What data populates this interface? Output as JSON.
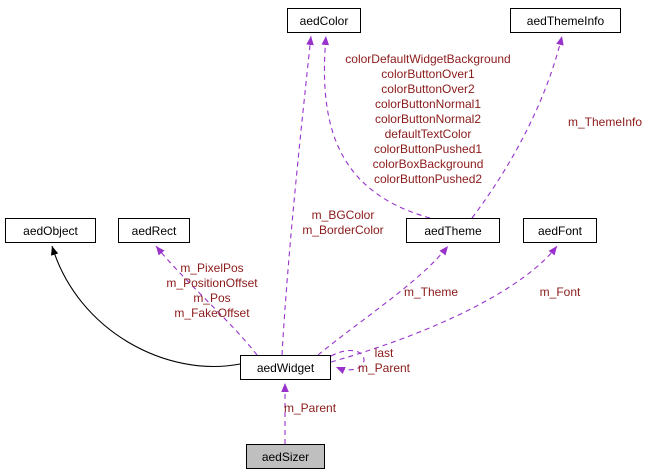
{
  "diagram": {
    "kind": "collaboration-graph",
    "nodes": {
      "aedColor": {
        "label": "aedColor"
      },
      "aedThemeInfo": {
        "label": "aedThemeInfo"
      },
      "aedObject": {
        "label": "aedObject"
      },
      "aedRect": {
        "label": "aedRect"
      },
      "aedTheme": {
        "label": "aedTheme"
      },
      "aedFont": {
        "label": "aedFont"
      },
      "aedWidget": {
        "label": "aedWidget"
      },
      "aedSizer": {
        "label": "aedSizer"
      }
    },
    "edge_labels": {
      "theme_to_color": "colorDefaultWidgetBackground\ncolorButtonOver1\ncolorButtonOver2\ncolorButtonNormal1\ncolorButtonNormal2\ndefaultTextColor\ncolorButtonPushed1\ncolorBoxBackground\ncolorButtonPushed2",
      "theme_to_themeinfo": "m_ThemeInfo",
      "widget_to_color": "m_BGColor\nm_BorderColor",
      "widget_to_rect": "m_PixelPos\nm_PositionOffset\nm_Pos\nm_FakeOffset",
      "widget_to_theme": "m_Theme",
      "widget_to_font": "m_Font",
      "widget_self_loop": "last\nm_Parent",
      "sizer_to_widget": "m_Parent"
    },
    "colors": {
      "usage_edge": "#9932cc",
      "inheritance_edge": "#000000",
      "edge_label_text": "#8b1a1a",
      "node_background": "#ffffff",
      "current_node_background": "#bfbfbf",
      "node_border": "#000000"
    }
  }
}
